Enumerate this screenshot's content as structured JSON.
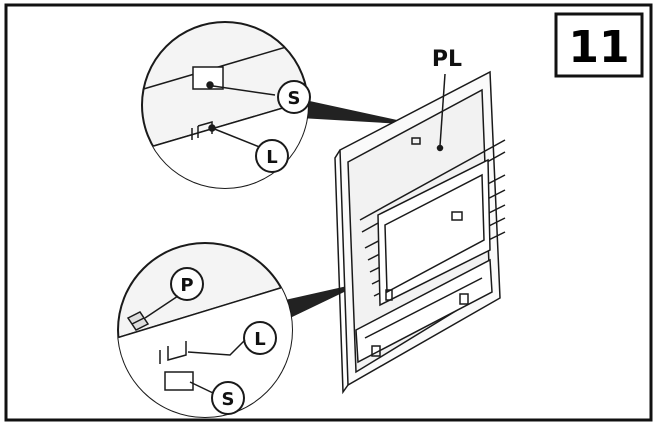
{
  "step_number": "11",
  "labels": {
    "panel": "PL",
    "screw_top": "S",
    "lug_top": "L",
    "plug": "P",
    "lug_bottom": "L",
    "screw_bottom": "S"
  },
  "colors": {
    "line": "#1a1a1a",
    "paper": "#ffffff",
    "panel_shade": "#f2f2f2",
    "zoom_bg": "#f4f4f4"
  }
}
